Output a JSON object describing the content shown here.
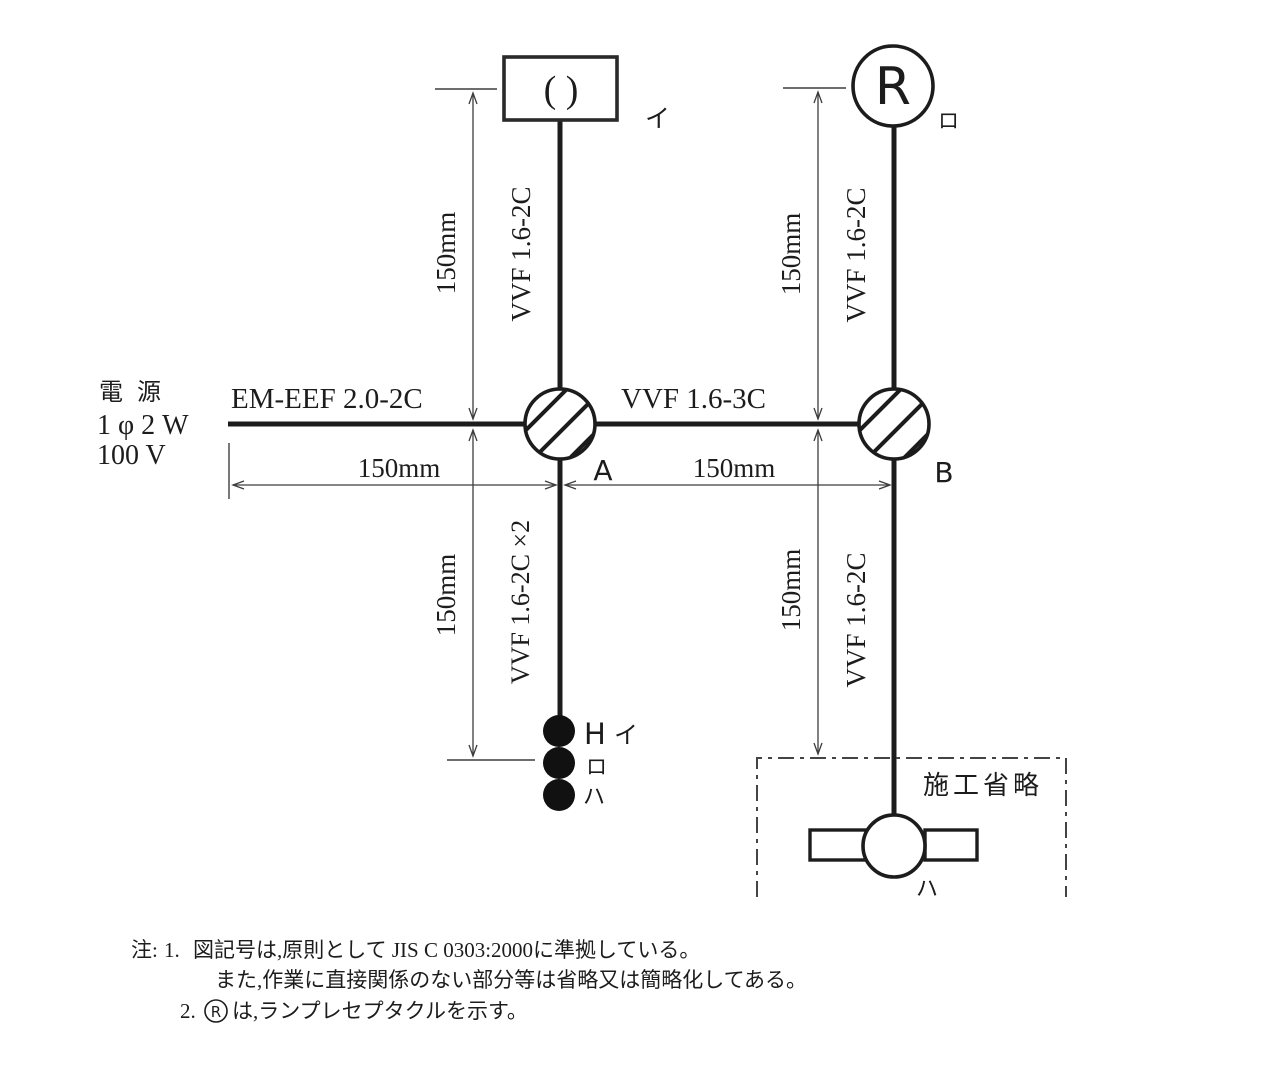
{
  "diagram": {
    "power_source": {
      "label": "電 源",
      "phase": "1 φ 2 W",
      "voltage": "100 V"
    },
    "cables": {
      "source_cable": "EM-EEF 2.0-2C",
      "ab_cable": "VVF 1.6-3C",
      "top_left_cable": "VVF 1.6-2C",
      "top_right_cable": "VVF 1.6-2C",
      "bottom_left_cable": "VVF 1.6-2C ×2",
      "bottom_right_cable": "VVF 1.6-2C"
    },
    "dimensions": {
      "top_left": "150mm",
      "top_right": "150mm",
      "left_horizontal": "150mm",
      "right_horizontal": "150mm",
      "bottom_left": "150mm",
      "bottom_right": "150mm"
    },
    "devices": {
      "ceiling_box_symbol": "( )",
      "ceiling_box_label": "イ",
      "lamp_receptacle_symbol": "R",
      "lamp_receptacle_label": "ロ",
      "junction_a_label": "A",
      "junction_b_label": "B",
      "switch_h_mark": "H",
      "switch_labels": [
        "イ",
        "ロ",
        "ハ"
      ],
      "omission_label": "施工省略",
      "fluorescent_lamp_label": "ハ"
    },
    "notes": {
      "heading": "注:",
      "note1_no": "1.",
      "note1_line1": "図記号は,原則として JIS C 0303:2000に準拠している。",
      "note1_line2": "また,作業に直接関係のない部分等は省略又は簡略化してある。",
      "note2_no": "2.",
      "note2_symbol": "R",
      "note2_text": "は,ランプレセプタクルを示す。"
    },
    "colors": {
      "line": "#1c1c1c",
      "dimension": "#3d3d3d",
      "background": "#ffffff"
    }
  }
}
